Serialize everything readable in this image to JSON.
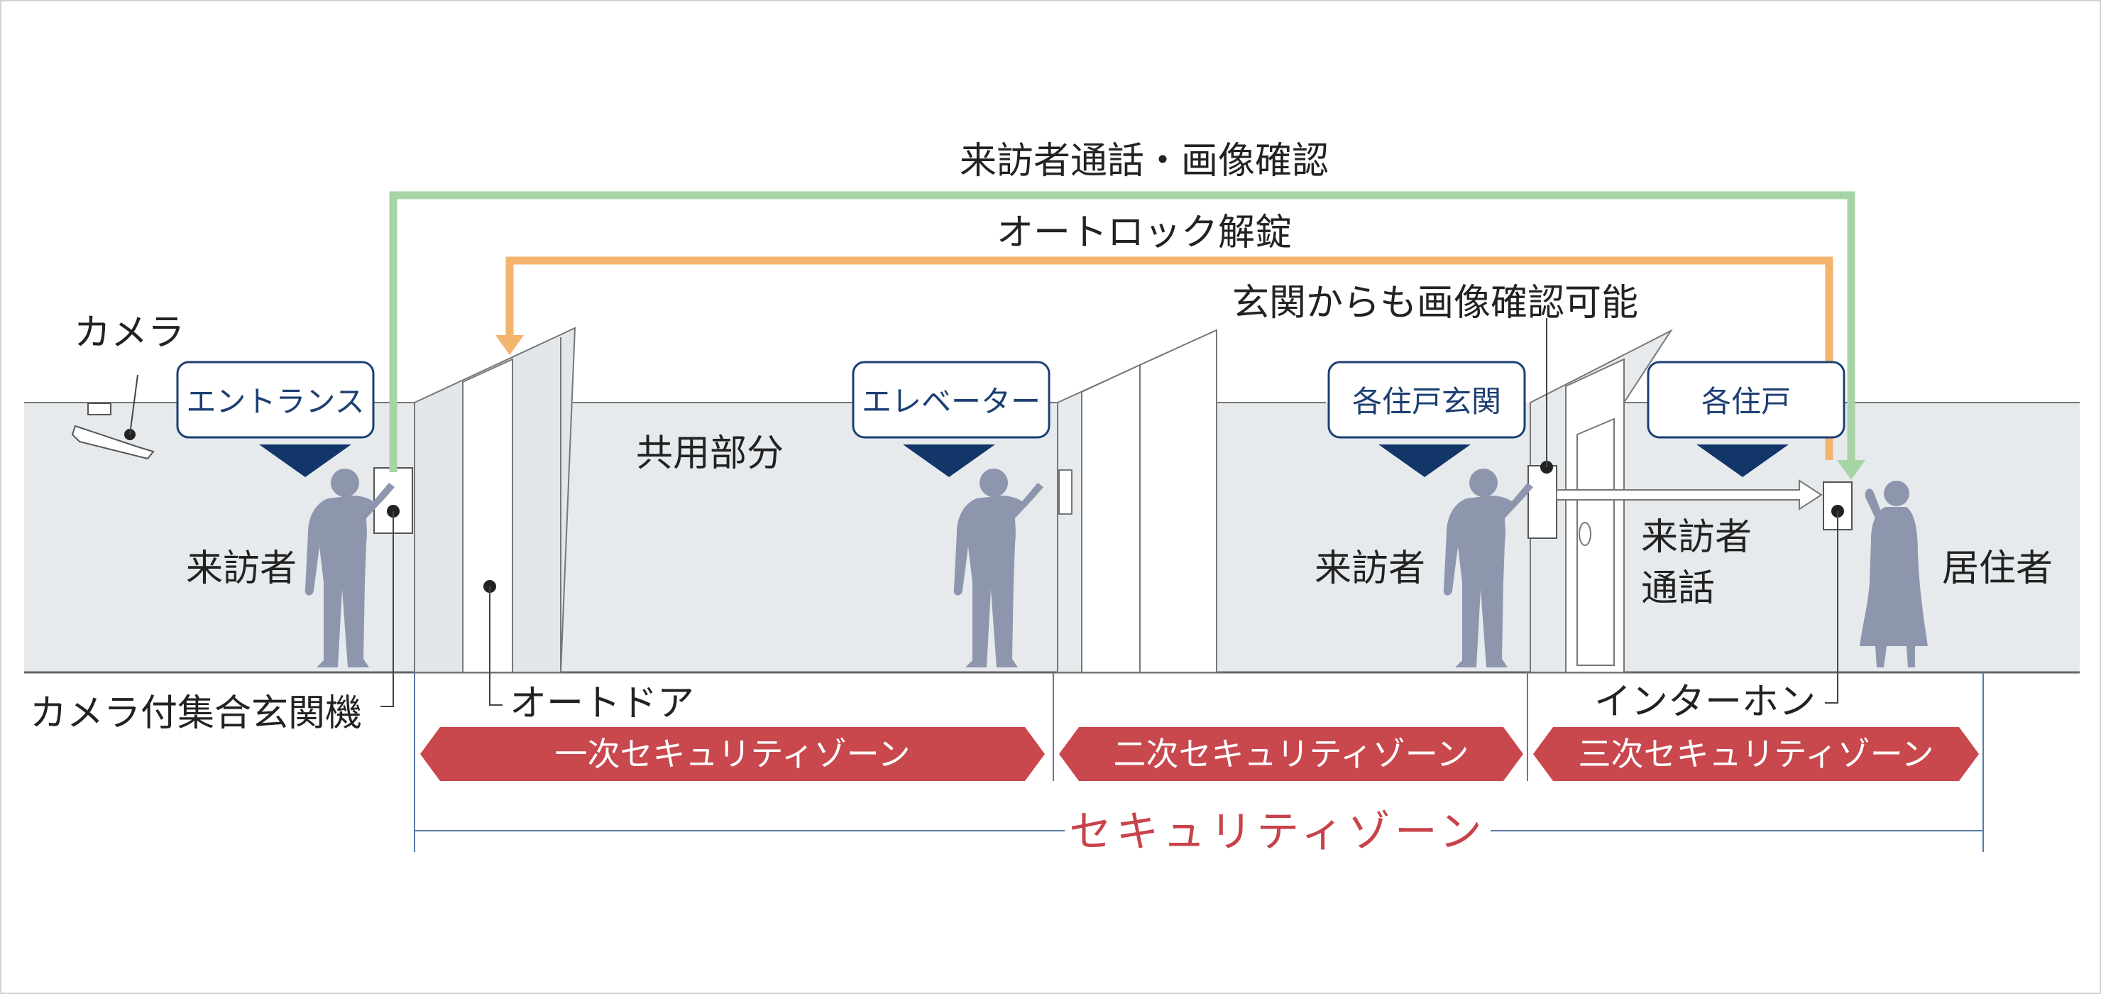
{
  "title": "来訪者通話・画像確認",
  "autolock_label": "オートロック解錠",
  "entrance_camera_label": "玄関からも画像確認可能",
  "labels": {
    "camera": "カメラ",
    "shared_area": "共用部分",
    "visitor_left": "来訪者",
    "visitor_right": "来訪者",
    "visitor_call": [
      "来訪者",
      "通話"
    ],
    "resident": "居住者",
    "camera_panel": "カメラ付集合玄関機",
    "auto_door": "オートドア",
    "intercom": "インターホン"
  },
  "location_tags": [
    "エントランス",
    "エレベーター",
    "各住戸玄関",
    "各住戸"
  ],
  "zones": [
    "一次セキュリティゾーン",
    "二次セキュリティゾーン",
    "三次セキュリティゾーン"
  ],
  "security_zone": "セキュリティゾーン",
  "colors": {
    "wall": "#e6eaec",
    "figure": "#8e96ae",
    "green_arrow": "#a7d4a4",
    "orange_arrow": "#f3b46e",
    "tag_border": "#1c3f73",
    "triangle": "#13366a",
    "zone_fill": "#c8484e",
    "bracket": "#5a79a6",
    "security_text": "#c8424a"
  },
  "icons": [
    "camera-icon",
    "person-icon",
    "door-icon",
    "intercom-icon"
  ]
}
